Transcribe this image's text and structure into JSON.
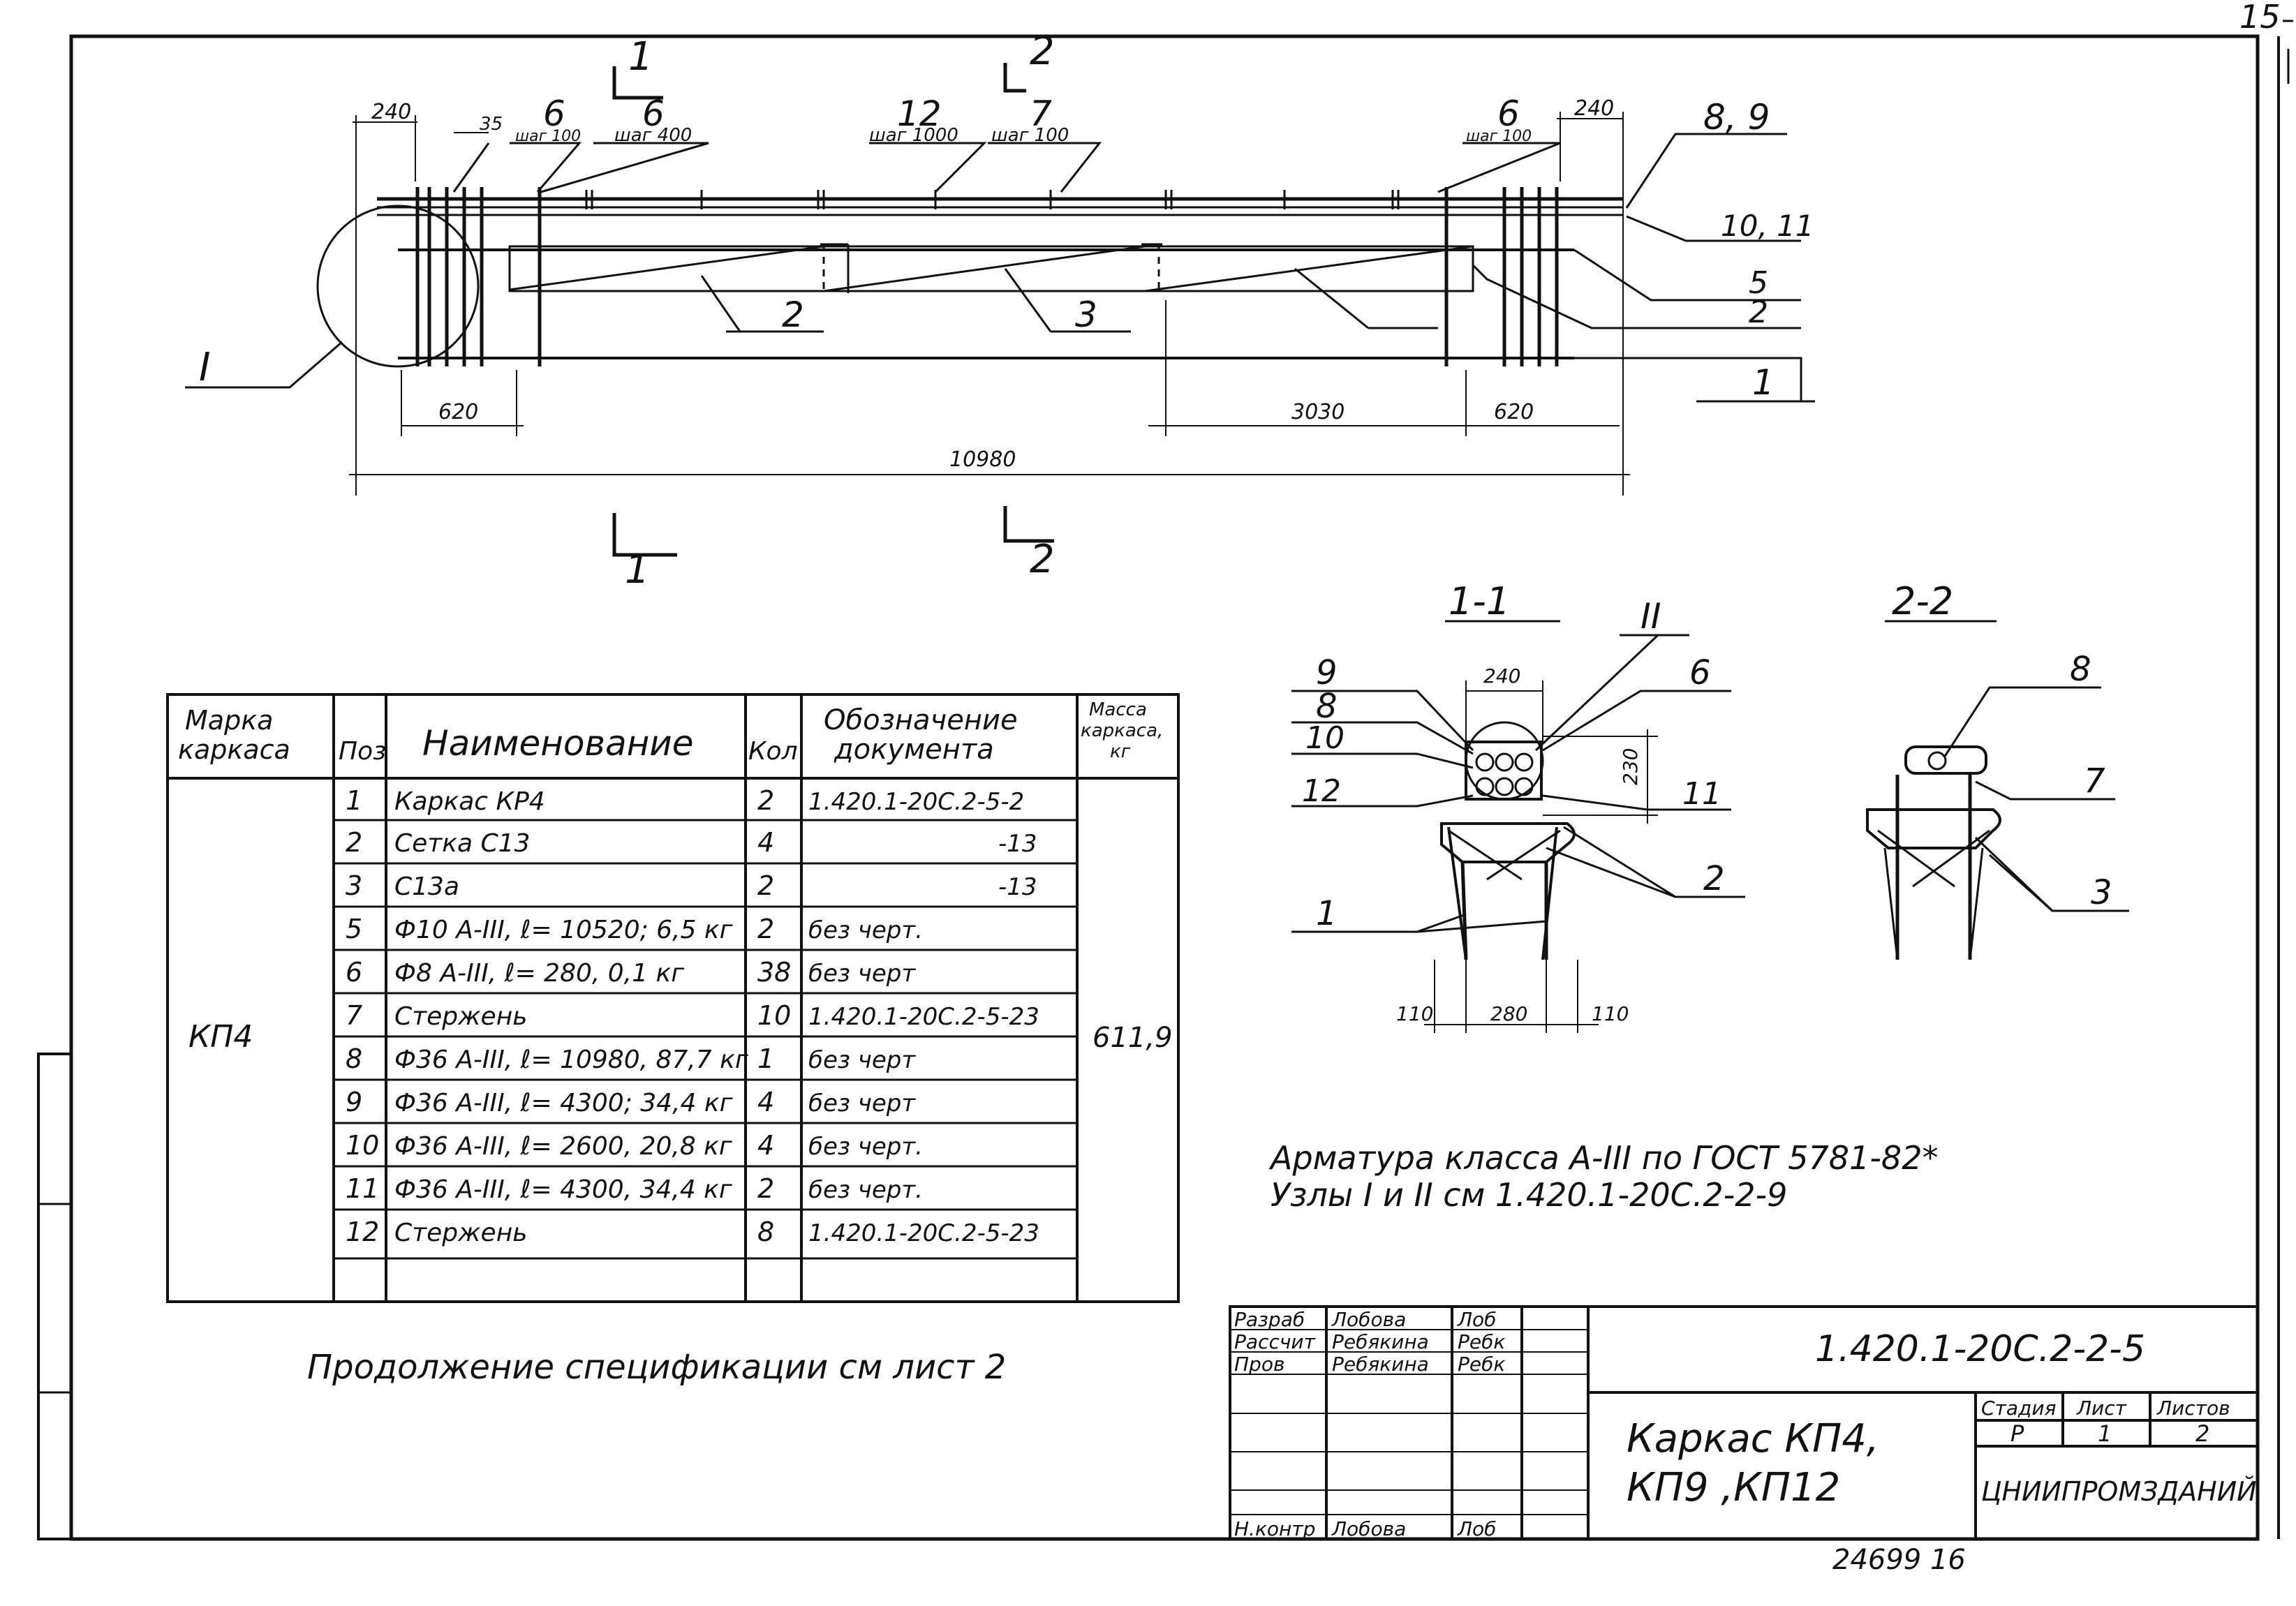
{
  "sheet": {
    "page_number": "15",
    "note_continuation": "Продолжение спецификации см лист 2",
    "note_reinforcement": "Арматура класса А-III по ГОСТ 5781-82*",
    "note_nodes": "Узлы I и II см 1.420.1-20С.2-2-9",
    "archive_number": "24699   16"
  },
  "elevation": {
    "dimensions": {
      "left_end": "240",
      "small": "35",
      "right_end": "240",
      "left_zone": "620",
      "right_zone": "620",
      "right_span": "3030",
      "total": "10980"
    },
    "callouts": {
      "pos6_left": "6",
      "pos6_left_step": "шаг 100",
      "pos6_mid": "6",
      "pos6_mid_step": "шаг 400",
      "pos12": "12",
      "pos12_step": "шаг 1000",
      "pos7": "7",
      "pos7_step": "шаг 100",
      "pos6_right": "6",
      "pos6_right_step": "шаг 100",
      "pos8_9": "8, 9",
      "pos10_11": "10, 11",
      "pos5": "5",
      "pos2_right": "2",
      "pos1_right": "1",
      "pos2_bottom": "2",
      "pos3_bottom": "3",
      "node1": "I"
    },
    "section_marks": {
      "s1_top": "1",
      "s2_top": "2",
      "s1_bottom": "1",
      "s2_bottom": "2"
    }
  },
  "section_1_1": {
    "title": "1-1",
    "node": "II",
    "width": "240",
    "height": "230",
    "dim_left": "110",
    "dim_mid": "280",
    "dim_right": "110",
    "labels": {
      "p9": "9",
      "p8": "8",
      "p10": "10",
      "p12": "12",
      "p6": "6",
      "p11": "11",
      "p2": "2",
      "p1": "1"
    }
  },
  "section_2_2": {
    "title": "2-2",
    "labels": {
      "p8": "8",
      "p7": "7",
      "p3": "3"
    }
  },
  "spec_table": {
    "headers": {
      "mark": "Марка каркаса",
      "pos": "Поз",
      "name": "Наименование",
      "qty": "Кол",
      "doc": "Обозначение документа",
      "mass": "Масса каркаса, кг"
    },
    "mark": "КП4",
    "mass": "611,9",
    "rows": [
      {
        "pos": "1",
        "name": "Каркас   КР4",
        "qty": "2",
        "doc": "1.420.1-20С.2-5-2"
      },
      {
        "pos": "2",
        "name": "Сетка    С13",
        "qty": "4",
        "doc": "-13"
      },
      {
        "pos": "3",
        "name": "           С13а",
        "qty": "2",
        "doc": "-13"
      },
      {
        "pos": "5",
        "name": "Ф10 А-III, ℓ= 10520; 6,5 кг",
        "qty": "2",
        "doc": "без черт."
      },
      {
        "pos": "6",
        "name": "Ф8 А-III, ℓ= 280,  0,1 кг",
        "qty": "38",
        "doc": "без черт"
      },
      {
        "pos": "7",
        "name": "Стержень",
        "qty": "10",
        "doc": "1.420.1-20С.2-5-23"
      },
      {
        "pos": "8",
        "name": "Ф36 А-III, ℓ= 10980, 87,7 кг",
        "qty": "1",
        "doc": "без черт"
      },
      {
        "pos": "9",
        "name": "Ф36 А-III, ℓ= 4300; 34,4 кг",
        "qty": "4",
        "doc": "без черт"
      },
      {
        "pos": "10",
        "name": "Ф36 А-III, ℓ= 2600, 20,8 кг",
        "qty": "4",
        "doc": "без черт."
      },
      {
        "pos": "11",
        "name": "Ф36 А-III, ℓ= 4300, 34,4 кг",
        "qty": "2",
        "doc": "без черт."
      },
      {
        "pos": "12",
        "name": "Стержень",
        "qty": "8",
        "doc": "1.420.1-20С.2-5-23"
      },
      {
        "pos": "",
        "name": "",
        "qty": "",
        "doc": ""
      }
    ]
  },
  "title_block": {
    "code": "1.420.1-20С.2-2-5",
    "title_line1": "Каркас  КП4,",
    "title_line2": "КП9  ,КП12",
    "organization": "ЦНИИПРОМЗДАНИЙ",
    "stage_label": "Стадия",
    "sheet_label": "Лист",
    "sheets_label": "Листов",
    "stage": "Р",
    "sheet": "1",
    "sheets": "2",
    "roles": [
      {
        "role": "Разраб",
        "name": "Лобова",
        "sign": "Лоб"
      },
      {
        "role": "Рассчит",
        "name": "Ребякина",
        "sign": "Ребк"
      },
      {
        "role": "Пров",
        "name": "Ребякина",
        "sign": "Ребк"
      },
      {
        "role": "",
        "name": "",
        "sign": ""
      },
      {
        "role": "",
        "name": "",
        "sign": ""
      },
      {
        "role": "",
        "name": "",
        "sign": ""
      },
      {
        "role": "Н.контр",
        "name": "Лобова",
        "sign": "Лоб"
      }
    ]
  }
}
